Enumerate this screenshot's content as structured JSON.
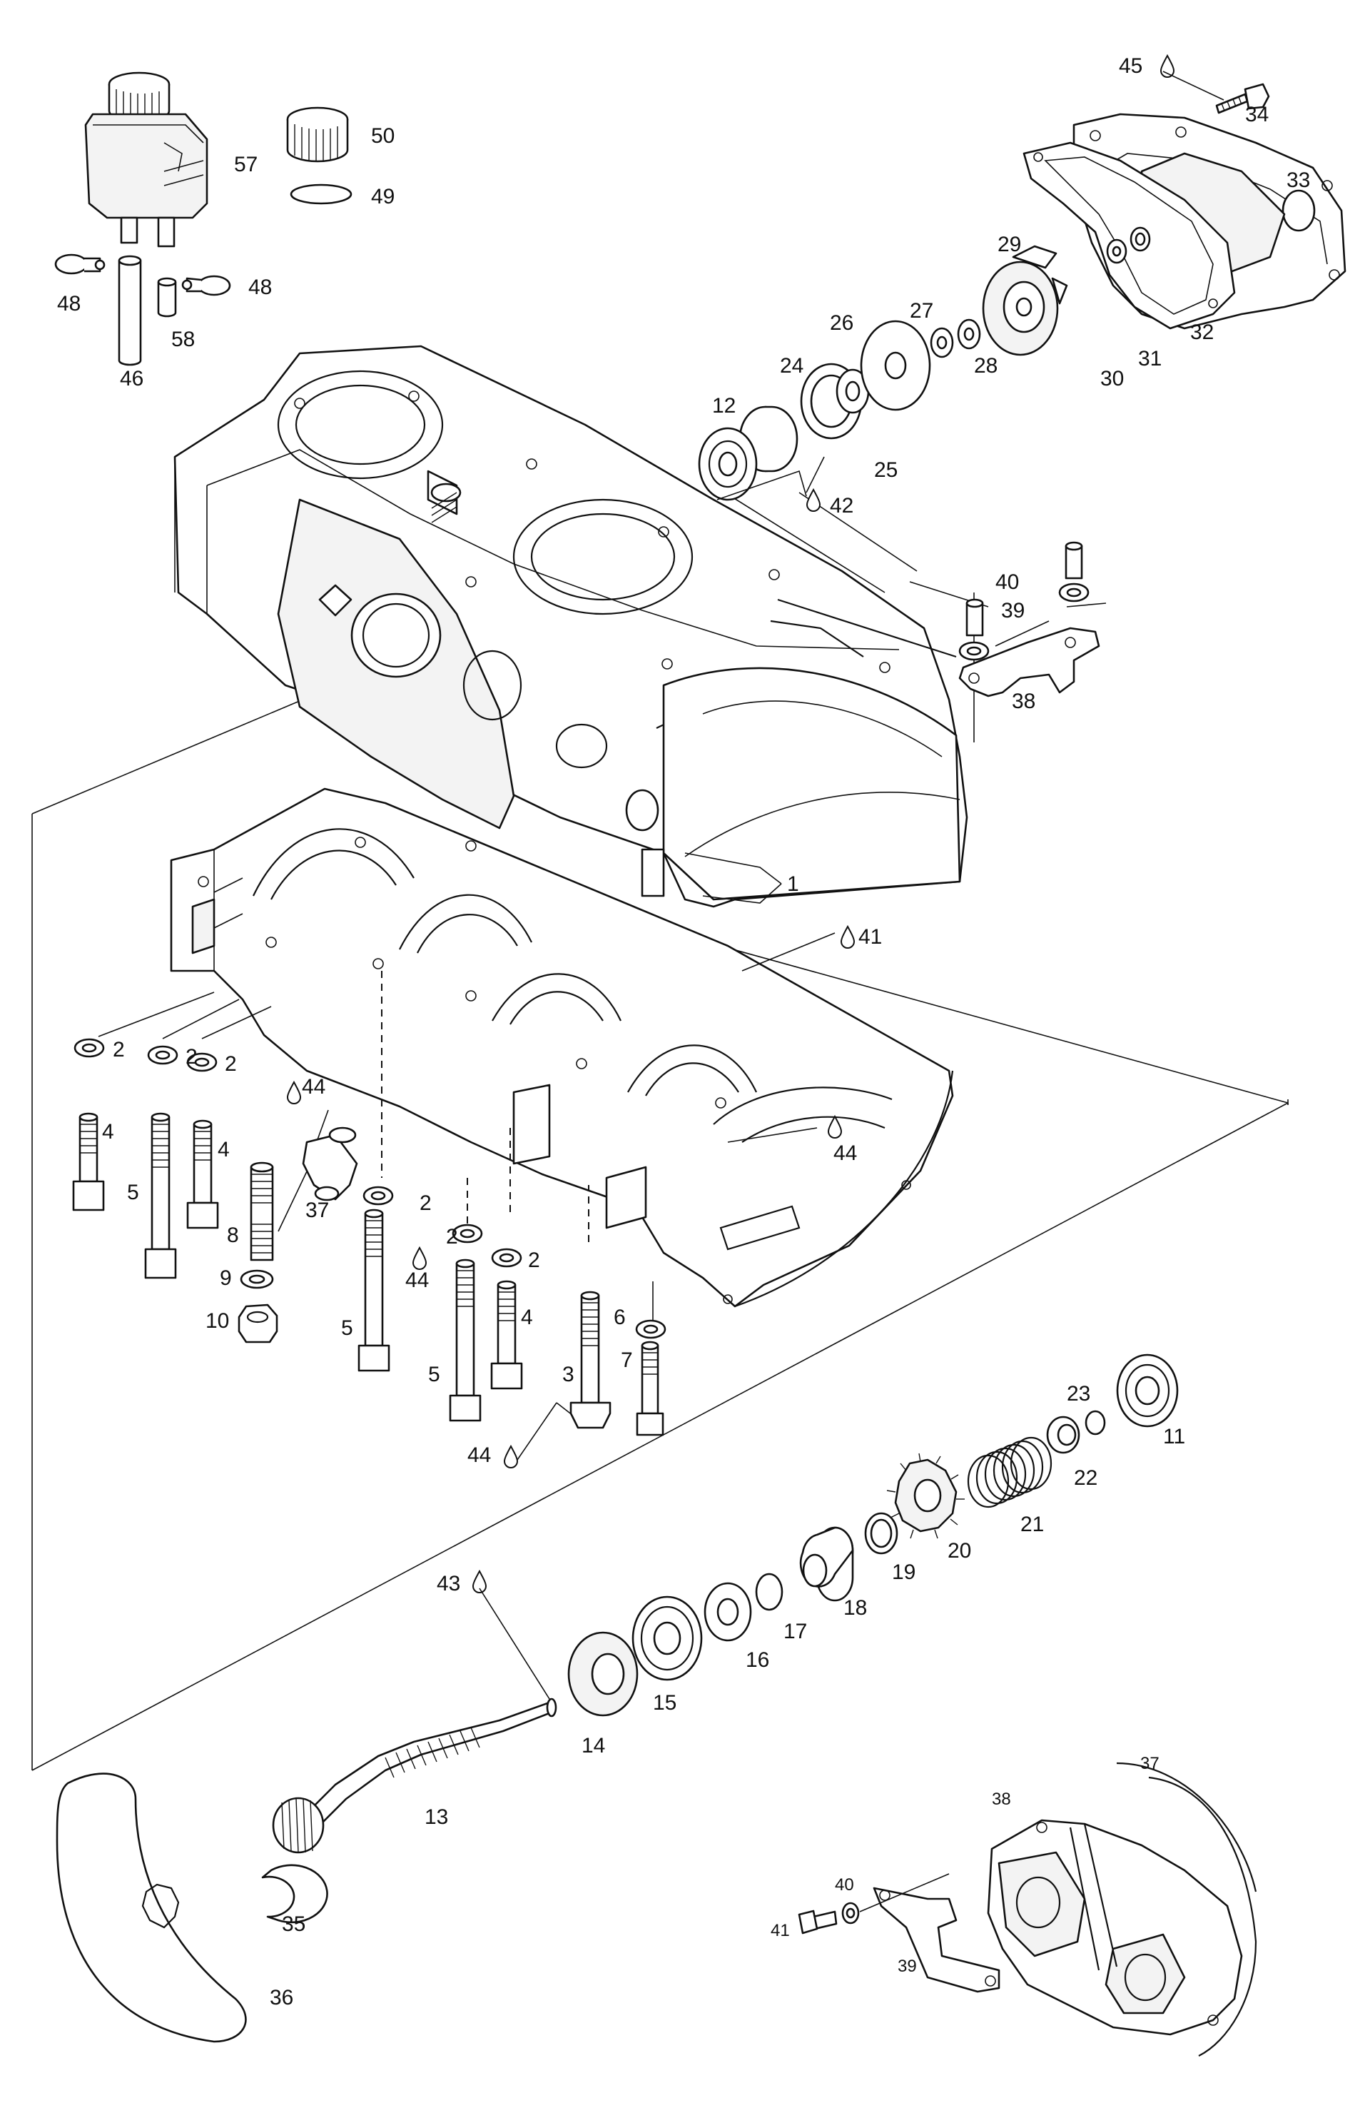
{
  "diagram": {
    "labels": {
      "p1": "1",
      "p2a": "2",
      "p2b": "2",
      "p2c": "2",
      "p2d": "2",
      "p2e": "2",
      "p2f": "2",
      "p3": "3",
      "p4a": "4",
      "p4b": "4",
      "p4c": "4",
      "p5a": "5",
      "p5b": "5",
      "p5c": "5",
      "p6": "6",
      "p7": "7",
      "p8": "8",
      "p9": "9",
      "p10": "10",
      "p11": "11",
      "p12": "12",
      "p13": "13",
      "p14": "14",
      "p15": "15",
      "p16": "16",
      "p17": "17",
      "p18": "18",
      "p19": "19",
      "p20": "20",
      "p21": "21",
      "p22": "22",
      "p23": "23",
      "p24": "24",
      "p25": "25",
      "p26": "26",
      "p27": "27",
      "p28": "28",
      "p29": "29",
      "p30": "30",
      "p31": "31",
      "p32": "32",
      "p33": "33",
      "p34": "34",
      "p35": "35",
      "p36": "36",
      "p37a": "37",
      "p37b": "37",
      "p38a": "38",
      "p38b": "38",
      "p39a": "39",
      "p39b": "39",
      "p40a": "40",
      "p40b": "40",
      "p41a": "41",
      "p41b": "41",
      "p42": "42",
      "p43": "43",
      "p44a": "44",
      "p44b": "44",
      "p44c": "44",
      "p44d": "44",
      "p45": "45",
      "p46": "46",
      "p48a": "48",
      "p48b": "48",
      "p49": "49",
      "p50": "50",
      "p57": "57",
      "p58": "58"
    }
  }
}
